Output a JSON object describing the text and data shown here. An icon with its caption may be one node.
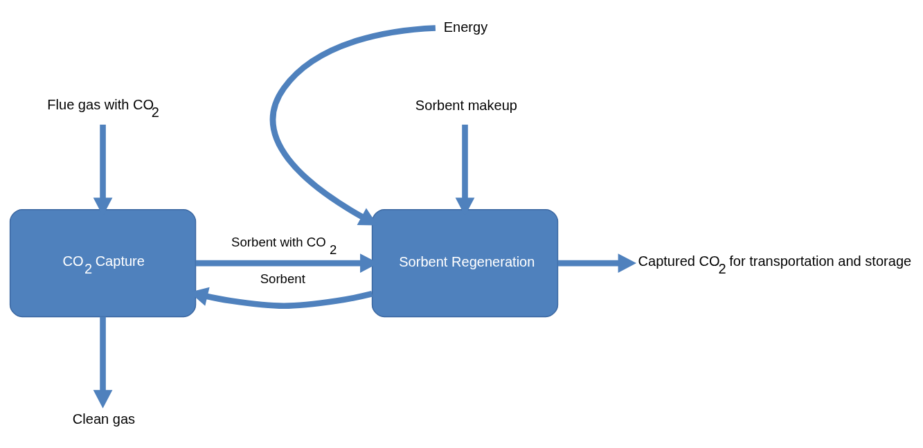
{
  "diagram": {
    "nodes": [
      {
        "text": [
          "CO$_{2}$ Capture"
        ]
      },
      {
        "text": [
          "Sorbent Regeneration"
        ]
      },
      {
        "text": [
          "Clean gas"
        ]
      },
      {
        "text": [
          "Flue gas with CO$_{2}$"
        ]
      },
      {
        "text": [
          "Energy"
        ]
      },
      {
        "text": [
          "Captured CO$_{2}$ for transportation and storage"
        ]
      },
      {
        "text": [
          "Sorbent makeup"
        ]
      }
    ],
    "edges": [
      {
        "from": 0,
        "to": 1,
        "arrow": "to",
        "label": "Sorbent with CO$_{2}$"
      },
      {
        "from": 1,
        "to": 0,
        "arrow": "to",
        "label": "Sorbent"
      },
      {
        "from": 3,
        "to": 0,
        "arrow": "to"
      },
      {
        "from": 0,
        "to": 2,
        "arrow": "to"
      },
      {
        "from": 4,
        "to": 1,
        "arrow": "to"
      },
      {
        "from": 1,
        "to": 5,
        "arrow": "to"
      },
      {
        "from": 6,
        "to": 1,
        "arrow": "to"
      }
    ]
  }
}
